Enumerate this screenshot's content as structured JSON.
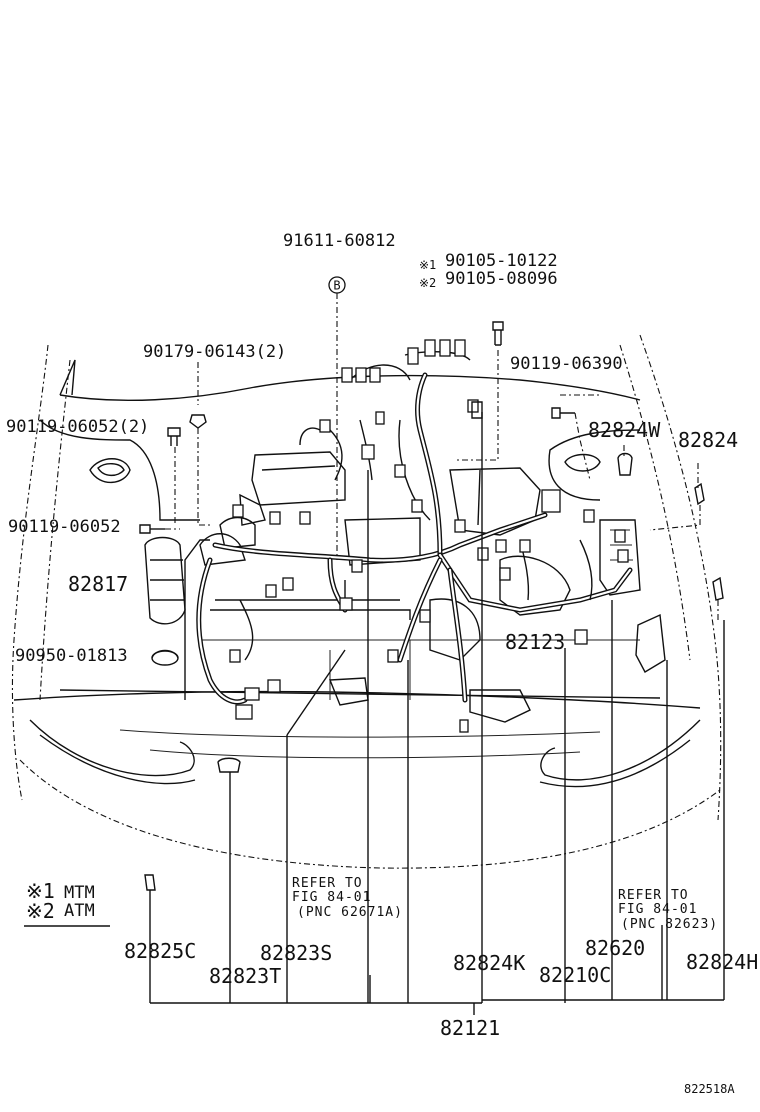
{
  "diagram": {
    "figure_code": "822518A",
    "callout_b": "B",
    "legend": {
      "mark_1": "※1",
      "text_1": "MTM",
      "mark_2": "※2",
      "text_2": "ATM"
    },
    "refer_left": {
      "line1": "REFER TO",
      "line2": "FIG 84-01",
      "line3": "(PNC 62671A)"
    },
    "refer_right": {
      "line1": "REFER TO",
      "line2": "FIG 84-01",
      "line3": "(PNC 82623)"
    },
    "parts": {
      "p91611": "91611-60812",
      "p90105a_mark": "※1",
      "p90105a": "90105-10122",
      "p90105b_mark": "※2",
      "p90105b": "90105-08096",
      "p90179": "90179-06143(2)",
      "p90119_06390": "90119-06390",
      "p90119_2": "90119-06052(2)",
      "p82824w": "82824W",
      "p82824": "82824",
      "p90119": "90119-06052",
      "p82817": "82817",
      "p82123": "82123",
      "p90950": "90950-01813",
      "p82825c": "82825C",
      "p82823s": "82823S",
      "p82823t": "82823T",
      "p82824k": "82824K",
      "p82620": "82620",
      "p82210c": "82210C",
      "p82824h": "82824H",
      "p82121": "82121"
    }
  }
}
